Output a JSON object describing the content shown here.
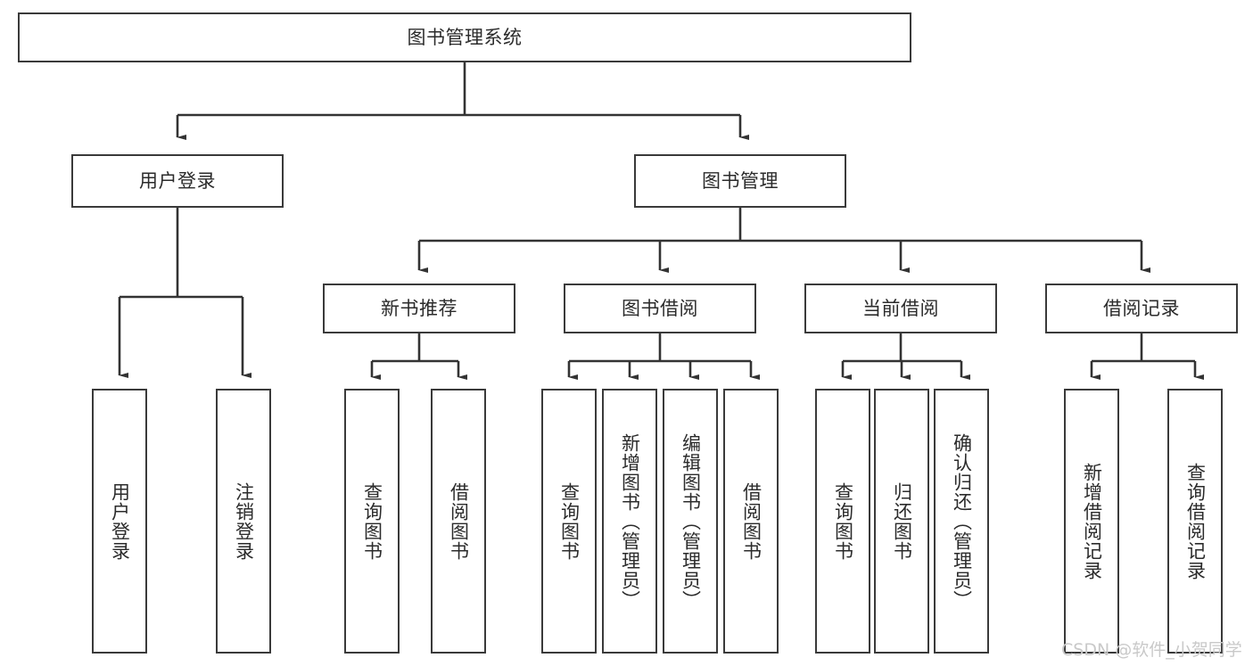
{
  "diagram": {
    "type": "tree",
    "title": "图书管理系统",
    "watermark": "CSDN @软件_小贺同学",
    "colors": {
      "background": "#ffffff",
      "border": "#3a3a3a",
      "text": "#2b2b2b",
      "connector": "#333333",
      "watermark": "#c9c9c9"
    },
    "root": {
      "label": "图书管理系统"
    },
    "level2": [
      {
        "label": "用户登录"
      },
      {
        "label": "图书管理"
      }
    ],
    "level3": [
      {
        "label": "新书推荐"
      },
      {
        "label": "图书借阅"
      },
      {
        "label": "当前借阅"
      },
      {
        "label": "借阅记录"
      }
    ],
    "leaves": {
      "user_login": [
        {
          "label": "用户登录"
        },
        {
          "label": "注销登录"
        }
      ],
      "new_book_recommend": [
        {
          "label": "查询图书"
        },
        {
          "label": "借阅图书"
        }
      ],
      "book_borrow": [
        {
          "label": "查询图书"
        },
        {
          "label": "新增图书（管理员）"
        },
        {
          "label": "编辑图书（管理员）"
        },
        {
          "label": "借阅图书"
        }
      ],
      "current_borrow": [
        {
          "label": "查询图书"
        },
        {
          "label": "归还图书"
        },
        {
          "label": "确认归还（管理员）"
        }
      ],
      "borrow_record": [
        {
          "label": "新增借阅记录"
        },
        {
          "label": "查询借阅记录"
        }
      ]
    }
  }
}
